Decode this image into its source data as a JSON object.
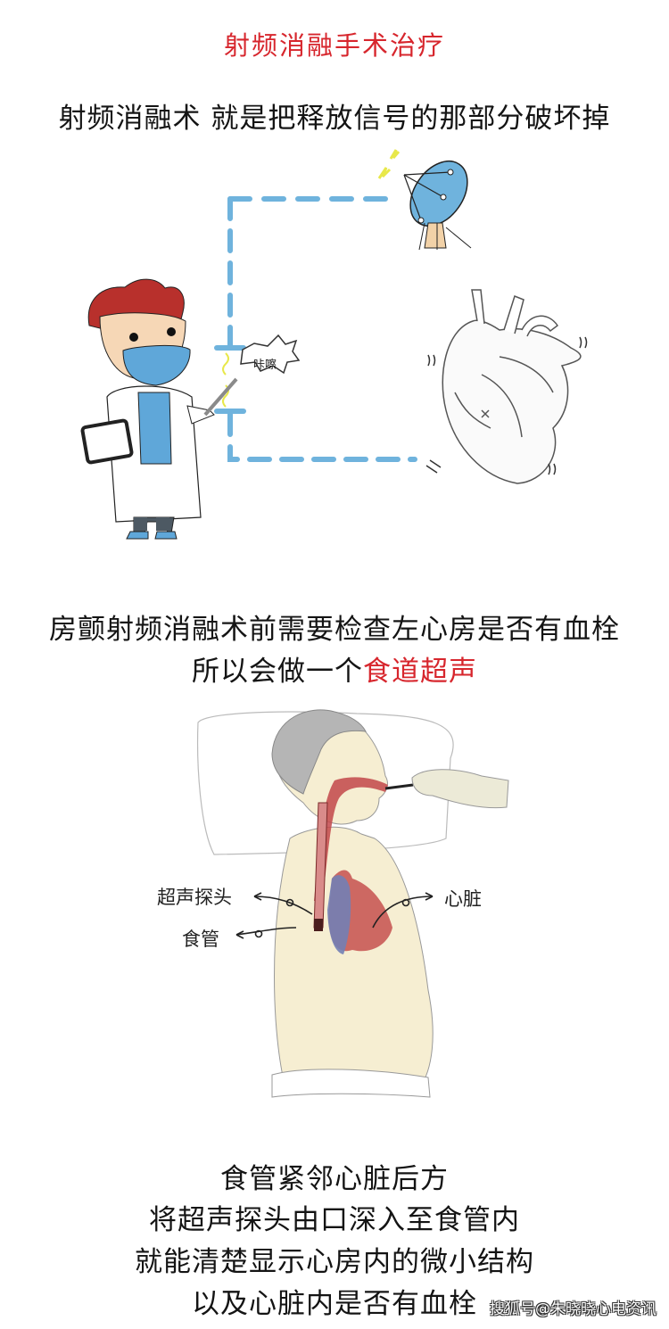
{
  "header": {
    "title": "射频消融手术治疗"
  },
  "section1": {
    "caption": "射频消融术 就是把释放信号的那部分破坏掉",
    "illustration": {
      "speech_bubble": "咔嚓",
      "dashed_line_color": "#6fb3dd",
      "icons": [
        "doctor-icon",
        "satellite-dish-icon",
        "heart-icon",
        "scalpel-icon",
        "lightning-icon"
      ]
    }
  },
  "section2": {
    "caption_line1": "房颤射频消融术前需要检查左心房是否有血栓",
    "caption_line2_prefix": "所以会做一个",
    "caption_line2_highlight": "食道超声",
    "highlight_color": "#d7262d",
    "illustration": {
      "labels": {
        "probe": "超声探头",
        "esophagus": "食管",
        "heart": "心脏"
      }
    }
  },
  "section3": {
    "lines": [
      "食管紧邻心脏后方",
      "将超声探头由口深入至食管内",
      "就能清楚显示心房内的微小结构",
      "以及心脏内是否有血栓"
    ]
  },
  "watermark": "搜狐号@朱晓晓心电资讯"
}
